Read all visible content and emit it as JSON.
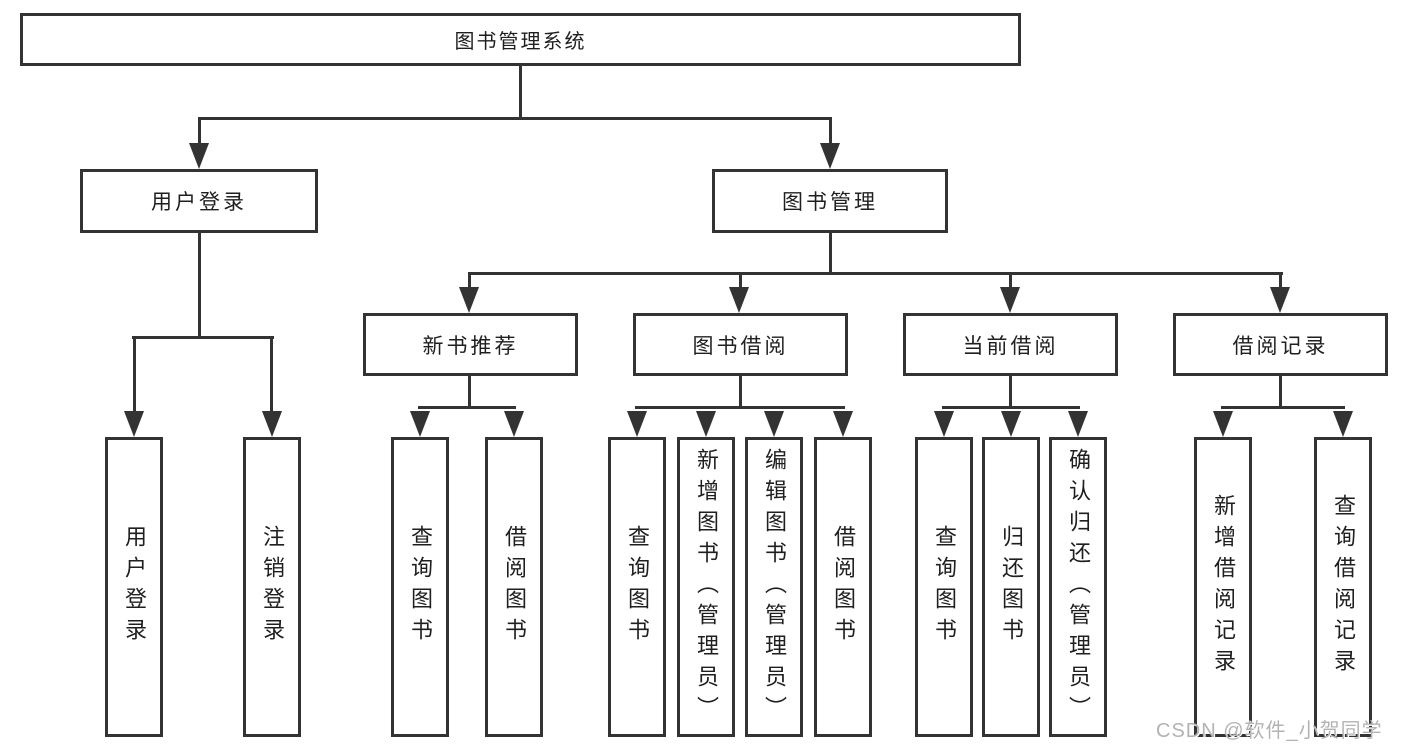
{
  "title": "图书管理系统",
  "tree": {
    "root": "图书管理系统",
    "userLogin": {
      "label": "用户登录",
      "children": [
        "用户登录",
        "注销登录"
      ]
    },
    "bookMgmt": {
      "label": "图书管理"
    },
    "newBooks": {
      "label": "新书推荐",
      "children": [
        "查询图书",
        "借阅图书"
      ]
    },
    "bookBorrow": {
      "label": "图书借阅",
      "children": [
        "查询图书",
        "新增图书（管理员）",
        "编辑图书（管理员）",
        "借阅图书"
      ]
    },
    "currentBorrow": {
      "label": "当前借阅",
      "children": [
        "查询图书",
        "归还图书",
        "确认归还（管理员）"
      ]
    },
    "borrowRecords": {
      "label": "借阅记录",
      "children": [
        "新增借阅记录",
        "查询借阅记录"
      ]
    }
  },
  "watermark": "CSDN @软件_小贺同学",
  "colors": {
    "line": "#333333",
    "text": "#1f1f1f",
    "watermark": "#b3b3b3",
    "background": "#ffffff"
  }
}
